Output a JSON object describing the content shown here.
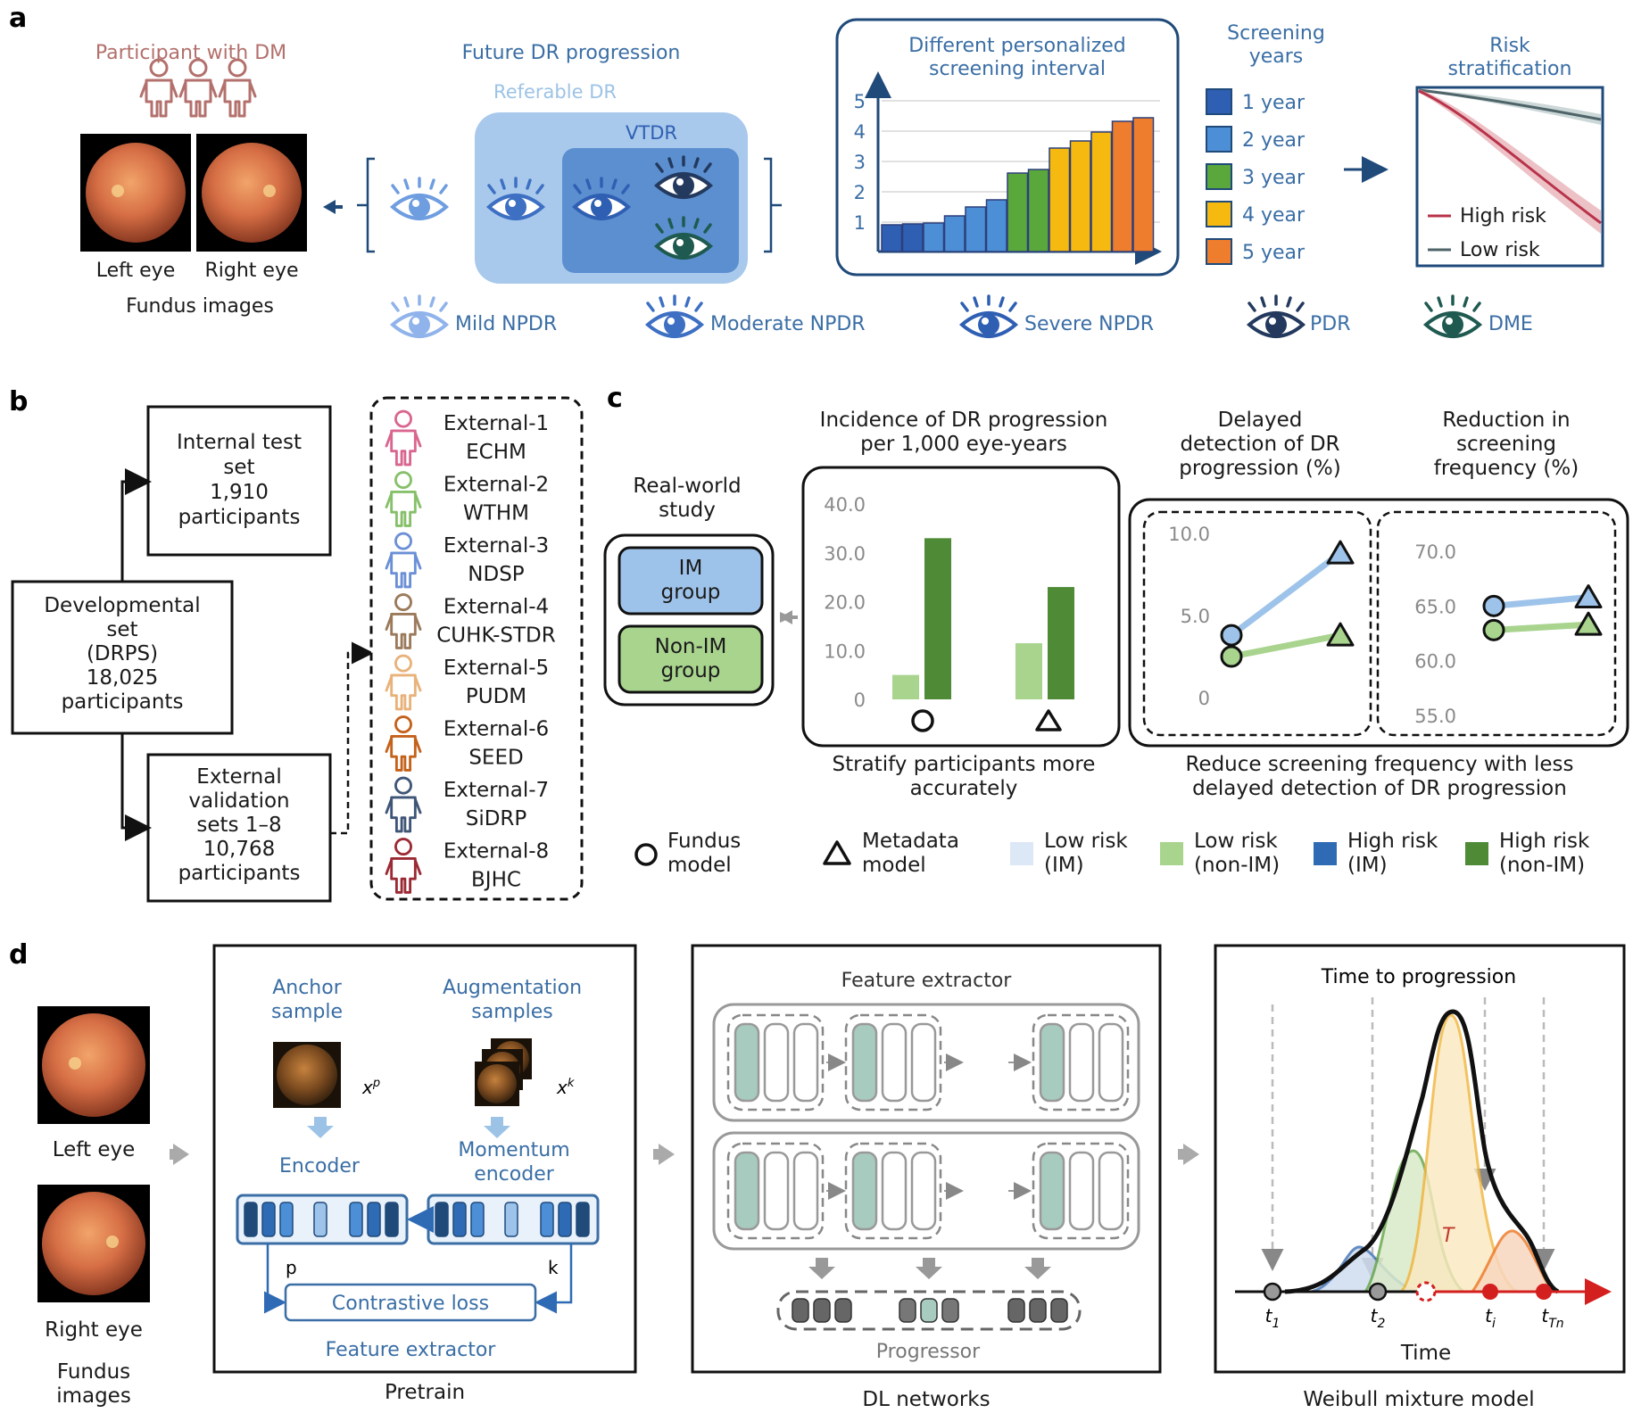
{
  "panel_labels": [
    "a",
    "b",
    "c",
    "d"
  ],
  "a": {
    "participant_label": "Participant with DM",
    "left_eye": "Left eye",
    "right_eye": "Right eye",
    "fundus_images": "Fundus images",
    "future_title": "Future DR progression",
    "referable": "Referable DR",
    "vtdr": "VTDR",
    "interval_title_1": "Different personalized",
    "interval_title_2": "screening interval",
    "y_ticks": [
      "5",
      "4",
      "3",
      "2",
      "1"
    ],
    "screening_title_1": "Screening",
    "screening_title_2": "years",
    "years": [
      {
        "label": "1 year",
        "color": "#2f5fb3"
      },
      {
        "label": "2 year",
        "color": "#4d8fd6"
      },
      {
        "label": "3 year",
        "color": "#5aa83b"
      },
      {
        "label": "4 year",
        "color": "#f5b90f"
      },
      {
        "label": "5 year",
        "color": "#ee7d2d"
      }
    ],
    "risk_title_1": "Risk",
    "risk_title_2": "stratification",
    "high_risk": "High risk",
    "low_risk": "Low risk",
    "severity": [
      "Mild NPDR",
      "Moderate NPDR",
      "Severe NPDR",
      "PDR",
      "DME"
    ]
  },
  "b": {
    "internal": [
      "Internal test",
      "set",
      "1,910",
      "participants"
    ],
    "developmental": [
      "Developmental",
      "set",
      "(DRPS)",
      "18,025",
      "participants"
    ],
    "external": [
      "External",
      "validation",
      "sets 1–8",
      "10,768",
      "participants"
    ],
    "cohorts": [
      {
        "name": "External-1",
        "site": "ECHM",
        "color": "#d9668f"
      },
      {
        "name": "External-2",
        "site": "WTHM",
        "color": "#86c06a"
      },
      {
        "name": "External-3",
        "site": "NDSP",
        "color": "#6b8fd6"
      },
      {
        "name": "External-4",
        "site": "CUHK-STDR",
        "color": "#9a7a5a"
      },
      {
        "name": "External-5",
        "site": "PUDM",
        "color": "#e8b27a"
      },
      {
        "name": "External-6",
        "site": "SEED",
        "color": "#c4611b"
      },
      {
        "name": "External-7",
        "site": "SiDRP",
        "color": "#3f5577"
      },
      {
        "name": "External-8",
        "site": "BJHC",
        "color": "#9b2a35"
      }
    ]
  },
  "c": {
    "realworld_1": "Real-world",
    "realworld_2": "study",
    "im_group": [
      "IM",
      "group"
    ],
    "nonim_group": [
      "Non-IM",
      "group"
    ],
    "incidence_title_1": "Incidence of DR progression",
    "incidence_title_2": "per 1,000 eye-years",
    "delayed_title": [
      "Delayed",
      "detection of DR",
      "progression (%)"
    ],
    "reduction_title": [
      "Reduction in",
      "screening",
      "frequency (%)"
    ],
    "stratify_caption_1": "Stratify participants more",
    "stratify_caption_2": "accurately",
    "reduce_caption_1": "Reduce screening frequency with less",
    "reduce_caption_2": "delayed detection of DR progression",
    "legend": {
      "fundus": [
        "Fundus",
        "model"
      ],
      "metadata": [
        "Metadata",
        "model"
      ],
      "low_im": [
        "Low risk",
        "(IM)"
      ],
      "low_nonim": [
        "Low risk",
        "(non-IM)"
      ],
      "high_im": [
        "High risk",
        "(IM)"
      ],
      "high_nonim": [
        "High risk",
        "(non-IM)"
      ]
    },
    "colors": {
      "low_im": "#dce8f6",
      "low_nonim": "#a8d48e",
      "high_im": "#2f6bb5",
      "high_nonim": "#4f8a37"
    },
    "chart_data": [
      {
        "type": "bar",
        "title": "Incidence of DR progression per 1,000 eye-years",
        "categories": [
          "Fundus model",
          "Metadata model"
        ],
        "series": [
          {
            "name": "Low risk (non-IM)",
            "values": [
              5.0,
              11.5
            ]
          },
          {
            "name": "High risk (non-IM)",
            "values": [
              33.0,
              23.0
            ]
          }
        ],
        "y_ticks": [
          "40.0",
          "30.0",
          "20.0",
          "10.0",
          "0"
        ],
        "ylim": [
          0,
          40
        ]
      },
      {
        "type": "line",
        "title": "Delayed detection of DR progression (%)",
        "categories": [
          "Fundus model",
          "Metadata model"
        ],
        "series": [
          {
            "name": "IM",
            "values": [
              3.8,
              8.8
            ]
          },
          {
            "name": "non-IM",
            "values": [
              2.5,
              3.8
            ]
          }
        ],
        "y_ticks": [
          "10.0",
          "5.0",
          "0"
        ],
        "ylim": [
          0,
          10
        ]
      },
      {
        "type": "line",
        "title": "Reduction in screening frequency (%)",
        "categories": [
          "Fundus model",
          "Metadata model"
        ],
        "series": [
          {
            "name": "IM",
            "values": [
              65.0,
              65.8
            ]
          },
          {
            "name": "non-IM",
            "values": [
              62.8,
              63.3
            ]
          }
        ],
        "y_ticks": [
          "70.0",
          "65.0",
          "60.0",
          "55.0"
        ],
        "ylim": [
          55,
          70
        ]
      }
    ]
  },
  "d": {
    "left_eye": "Left eye",
    "right_eye": "Right eye",
    "fundus_1": "Fundus",
    "fundus_2": "images",
    "anchor": [
      "Anchor",
      "sample"
    ],
    "augmentation": [
      "Augmentation",
      "samples"
    ],
    "xp": "x",
    "xp_sup": "p",
    "xk": "x",
    "xk_sup": "k",
    "encoder": "Encoder",
    "momentum": [
      "Momentum",
      "encoder"
    ],
    "p": "p",
    "k": "k",
    "contrastive": "Contrastive loss",
    "feature_extractor_inner": "Feature extractor",
    "pretrain": "Pretrain",
    "feature_extractor": "Feature extractor",
    "progressor": "Progressor",
    "dl_networks": "DL networks",
    "time_to_progression": "Time to progression",
    "T": "T",
    "time": "Time",
    "t_labels": [
      {
        "base": "t",
        "sub": "1"
      },
      {
        "base": "t",
        "sub": "2"
      },
      {
        "base": "t",
        "sub": "i"
      },
      {
        "base": "t",
        "sub": "Tn"
      }
    ],
    "weibull": "Weibull mixture model"
  }
}
